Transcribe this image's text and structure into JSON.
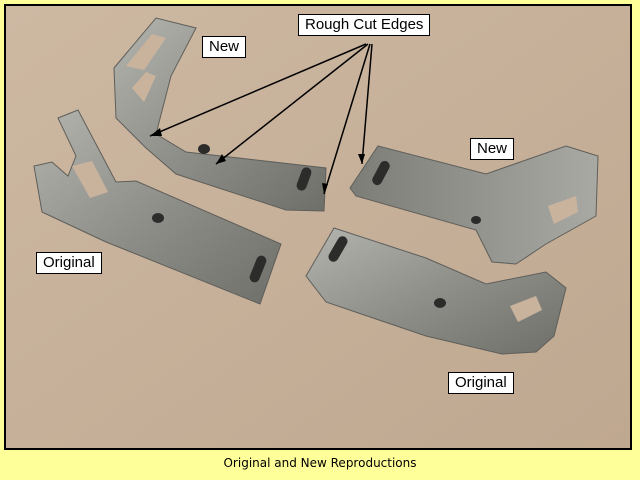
{
  "labels": {
    "rough_cut_edges": "Rough Cut Edges",
    "new_top_left": "New",
    "new_right": "New",
    "original_left": "Original",
    "original_bottom": "Original"
  },
  "caption": "Original and New Reproductions",
  "colors": {
    "background_frame": "#ffff99",
    "paper": "#c9b39c",
    "metal": "#9b9b96",
    "metal_dark": "#6e6e6a",
    "arrow": "#000000"
  }
}
